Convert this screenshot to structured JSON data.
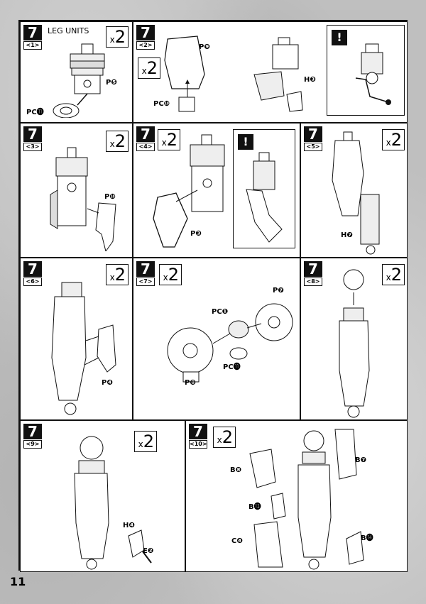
{
  "header_title": "LEG UNITS",
  "page_number": "11",
  "steps": [
    {
      "badge": "7",
      "step": "<1>",
      "qty": "2",
      "labels": [
        "P❺",
        "PC⓫"
      ]
    },
    {
      "badge": "7",
      "step": "<2>",
      "qty": "2",
      "labels": [
        "P❾",
        "PC❿",
        "H❸"
      ]
    },
    {
      "badge": "7",
      "step": "<3>",
      "qty": "2",
      "labels": [
        "P❿"
      ]
    },
    {
      "badge": "7",
      "step": "<4>",
      "qty": "2",
      "labels": [
        "P❸"
      ]
    },
    {
      "badge": "7",
      "step": "<5>",
      "qty": "2",
      "labels": [
        "H❼"
      ]
    },
    {
      "badge": "7",
      "step": "<6>",
      "qty": "2",
      "labels": [
        "P❹"
      ]
    },
    {
      "badge": "7",
      "step": "<7>",
      "qty": "2",
      "labels": [
        "P❼",
        "PC❶",
        "PC⓫",
        "P❽"
      ]
    },
    {
      "badge": "7",
      "step": "<8>",
      "qty": "2",
      "labels": []
    },
    {
      "badge": "7",
      "step": "<9>",
      "qty": "2",
      "labels": [
        "H❹",
        "E❷"
      ]
    },
    {
      "badge": "7",
      "step": "<10>",
      "qty": "2",
      "labels": [
        "B❽",
        "B❼",
        "B⓭",
        "C❹",
        "B⓮"
      ]
    }
  ],
  "warning_mark": "!",
  "times_mark": "x"
}
